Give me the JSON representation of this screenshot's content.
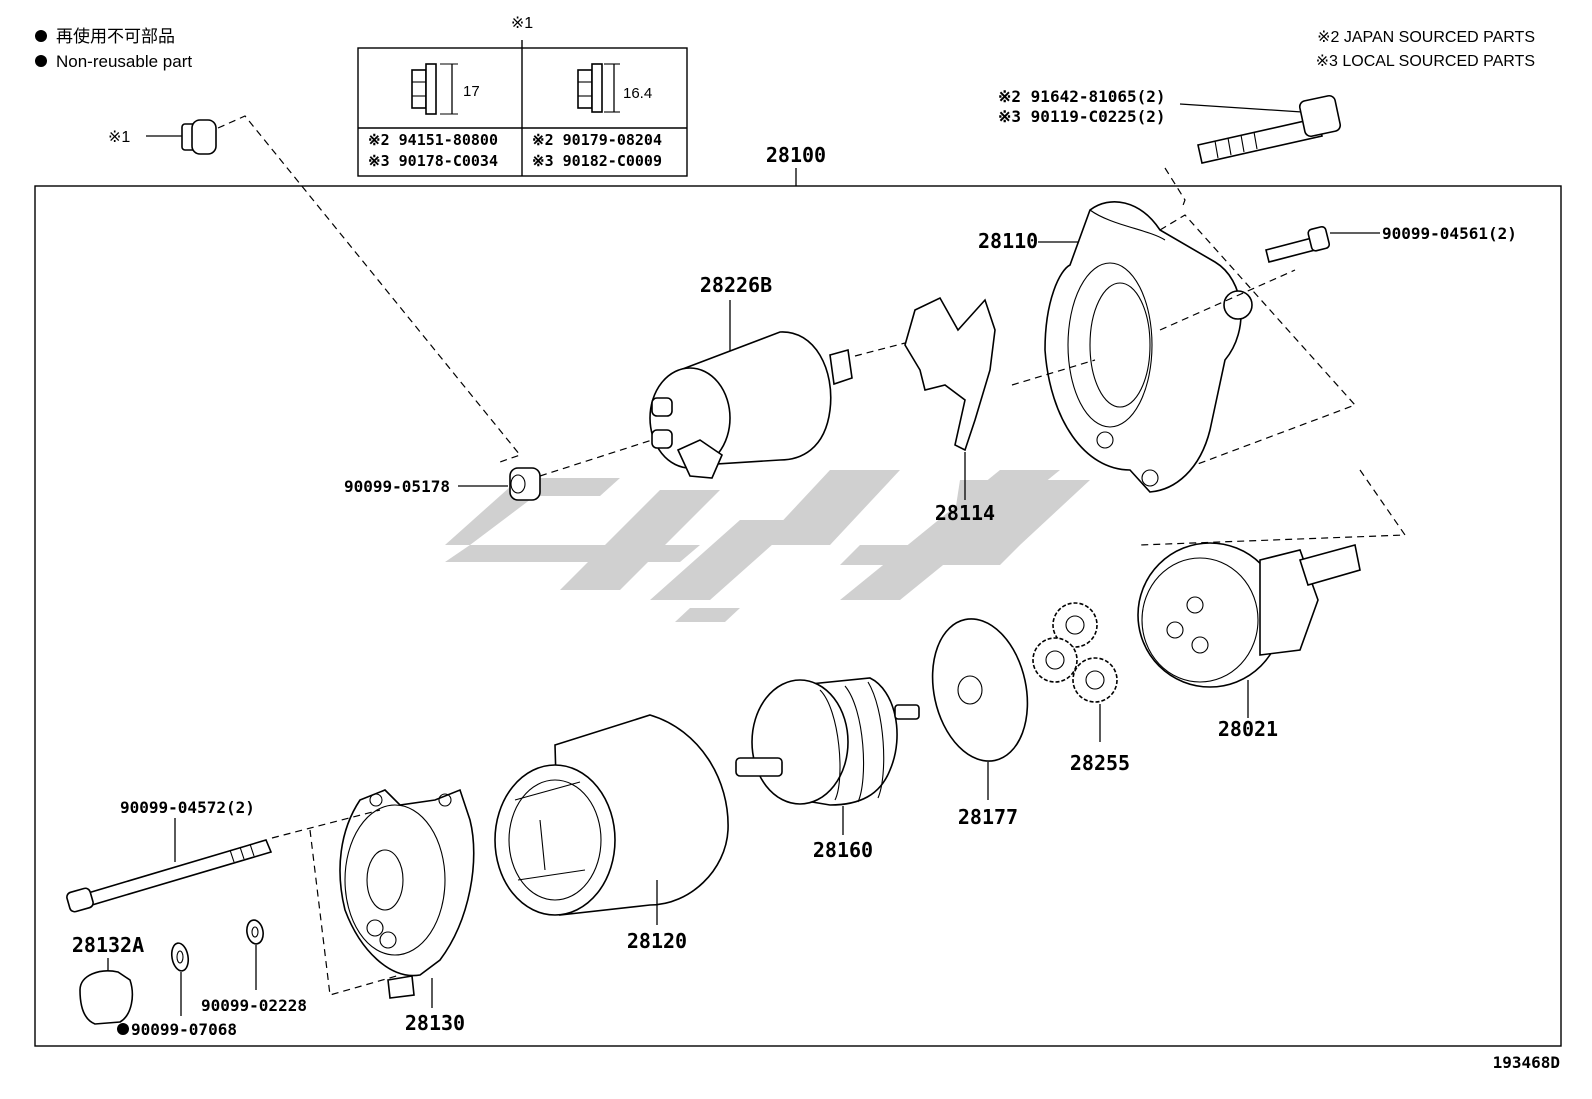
{
  "legend": {
    "jp": "再使用不可部品",
    "en": "Non-reusable part"
  },
  "sourcing": {
    "note2": "※2 JAPAN SOURCED PARTS",
    "note3": "※3 LOCAL SOURCED PARTS"
  },
  "nut_table": {
    "header": "※1",
    "col1_dim": "17",
    "col2_dim": "16.4",
    "col1_row1": "※2 94151-80800",
    "col1_row2": "※3 90178-C0034",
    "col2_row1": "※2 90179-08204",
    "col2_row2": "※3 90182-C0009"
  },
  "labels": {
    "nut_ref": "※1",
    "assembly": "28100",
    "bolt_top_jp": "※2 91642-81065(2)",
    "bolt_top_local": "※3 90119-C0225(2)",
    "p28110": "28110",
    "p90099_04561": "90099-04561(2)",
    "p28226B": "28226B",
    "p90099_05178": "90099-05178",
    "p28114": "28114",
    "p28021": "28021",
    "p28255": "28255",
    "p28177": "28177",
    "p28160": "28160",
    "p28120": "28120",
    "p90099_04572": "90099-04572(2)",
    "p28132A": "28132A",
    "p90099_07068": "90099-07068",
    "p90099_02228": "90099-02228",
    "p28130": "28130",
    "figure_code": "193468D"
  },
  "colors": {
    "line": "#000000",
    "watermark": "#c8c8c8"
  }
}
